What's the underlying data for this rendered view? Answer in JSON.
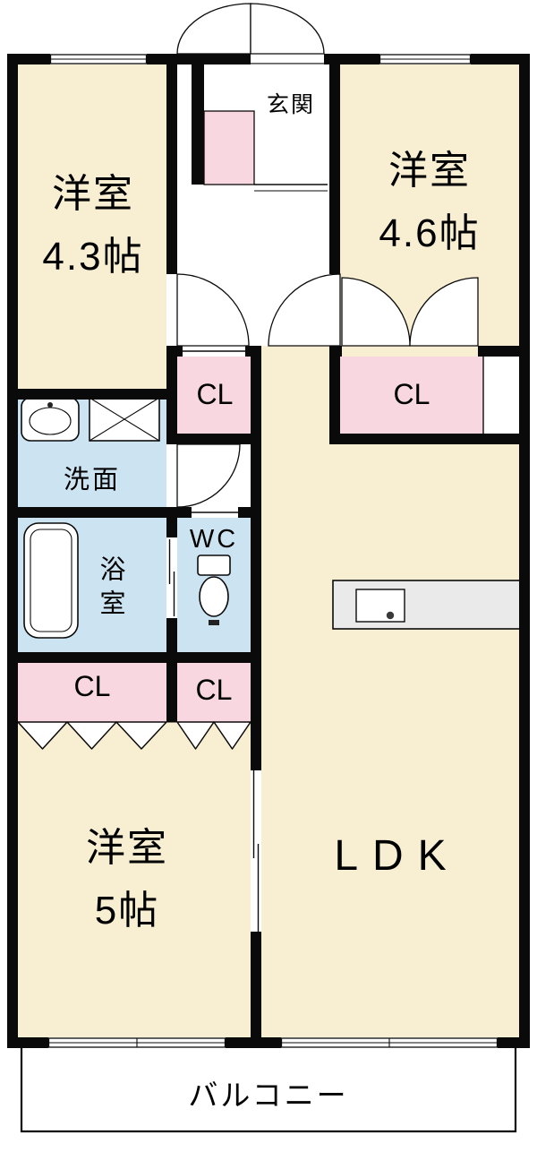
{
  "labels": {
    "entrance": "玄関",
    "room_a_name": "洋室",
    "room_a_size": "4.3帖",
    "room_b_name": "洋室",
    "room_b_size": "4.6帖",
    "room_c_name": "洋室",
    "room_c_size": "5帖",
    "ldk": "LDK",
    "washroom": "洗面",
    "bathroom": "浴室",
    "wc": "WC",
    "closet_a": "CL",
    "closet_b": "CL",
    "closet_c": "CL",
    "closet_d": "CL",
    "balcony": "バルコニー"
  },
  "colors": {
    "room": "#F8EED2",
    "wet": "#CCE4F2",
    "closet": "#F8D7E0",
    "wall": "#0A0A0A",
    "counter": "#EAEAEA"
  }
}
